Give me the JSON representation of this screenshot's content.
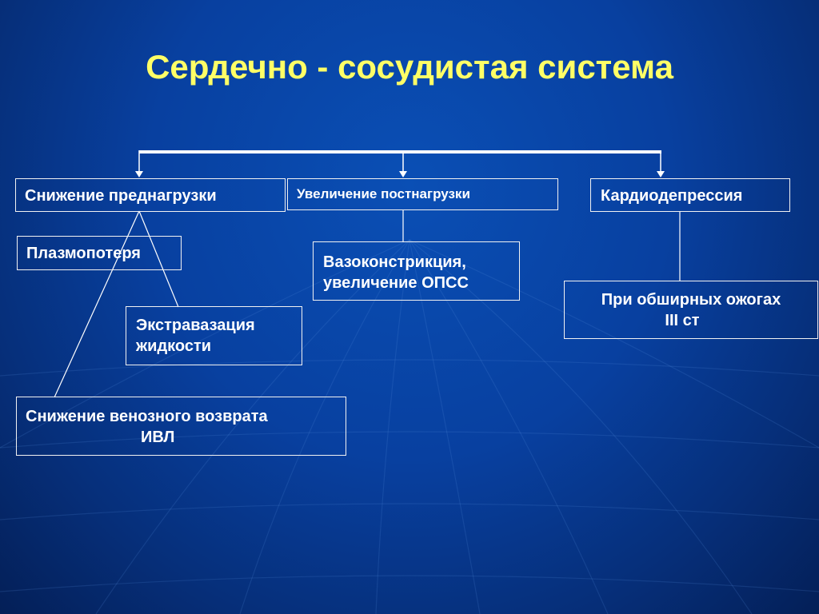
{
  "title": "Сердечно - сосудистая система",
  "nodes": {
    "preload": "Снижение преднагрузки",
    "afterload": "Увеличение постнагрузки",
    "cardiodepression": "Кардиодепрессия",
    "plasma_loss": "Плазмопотеря",
    "vasoconstriction_line1": "Вазоконстрикция,",
    "vasoconstriction_line2": "увеличение ОПСС",
    "extravasation_line1": "Экстравазация",
    "extravasation_line2": "жидкости",
    "burns_line1": "При обширных ожогах",
    "burns_line2": "III ст",
    "venous_line1": "Снижение венозного возврата",
    "venous_line2": "ИВЛ"
  },
  "colors": {
    "title": "#ffff66",
    "text": "#ffffff",
    "lines": "#ffffff",
    "background": "#0840a0"
  }
}
